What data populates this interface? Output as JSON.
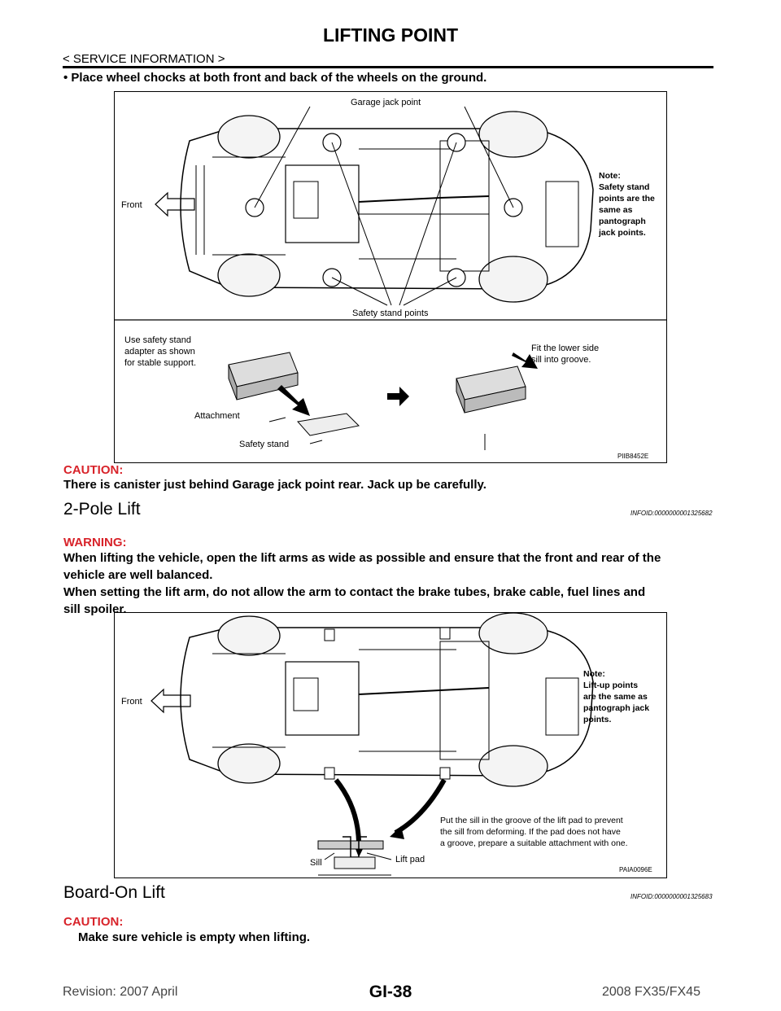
{
  "header": {
    "title": "LIFTING POINT",
    "section": "< SERVICE INFORMATION >"
  },
  "intro_bullet": "•  Place wheel chocks at both front and back of the wheels on the ground.",
  "figure1": {
    "label_garage": "Garage jack point",
    "label_front": "Front",
    "note_lines": [
      "Note:",
      "Safety stand",
      "points are the",
      "same as",
      "pantograph",
      "jack points."
    ],
    "label_safety_points": "Safety stand points",
    "use_lines": [
      "Use safety stand",
      "adapter as shown",
      "for stable support."
    ],
    "fit_lines": [
      "Fit the lower side",
      "sill into groove."
    ],
    "label_attachment": "Attachment",
    "label_safety_stand": "Safety stand",
    "code": "PIIB8452E"
  },
  "caution1": {
    "head": "CAUTION:",
    "text": "There is canister just behind Garage jack point rear. Jack up be carefully."
  },
  "section_2pole": {
    "title": "2-Pole Lift",
    "infoid": "INFOID:0000000001325682",
    "warning_head": "WARNING:",
    "warning_lines": [
      "When lifting the vehicle, open the lift arms as wide as possible and ensure that the front and rear of the",
      "vehicle are well balanced.",
      "When setting the lift arm, do not allow the arm to contact the brake tubes, brake cable, fuel lines and",
      "sill spoiler."
    ]
  },
  "figure2": {
    "label_front": "Front",
    "note_lines": [
      "Note:",
      "Lift-up points",
      "are the same as",
      "pantograph jack",
      "points."
    ],
    "put_lines": [
      "Put the sill in the groove of the lift pad to prevent",
      "the sill from deforming. If the pad does not have",
      "a groove, prepare a suitable attachment with one."
    ],
    "label_sill": "Sill",
    "label_lift_pad": "Lift pad",
    "code": "PAIA0096E"
  },
  "section_board": {
    "title": "Board-On Lift",
    "infoid": "INFOID:0000000001325683",
    "caution_head": "CAUTION:",
    "caution_text": "Make sure vehicle is empty when lifting."
  },
  "footer": {
    "revision": "Revision: 2007 April",
    "page": "GI-38",
    "model": "2008 FX35/FX45"
  }
}
